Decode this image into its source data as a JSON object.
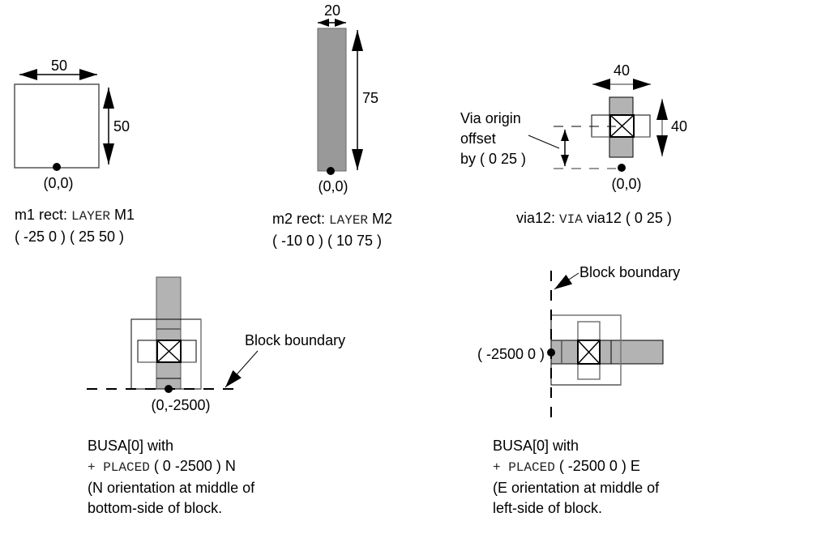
{
  "panel_m1": {
    "width_label": "50",
    "height_label": "50",
    "origin_label": "(0,0)",
    "caption_prefix": "m1 rect: ",
    "caption_keyword": "LAYER",
    "caption_suffix": " M1",
    "caption_line2": "( -25 0 ) ( 25 50 )"
  },
  "panel_m2": {
    "width_label": "20",
    "height_label": "75",
    "origin_label": "(0,0)",
    "caption_prefix": "m2 rect: ",
    "caption_keyword": "LAYER",
    "caption_suffix": " M2",
    "caption_line2": "( -10 0 ) ( 10 75 )"
  },
  "panel_via": {
    "width_label": "40",
    "height_label": "40",
    "offset_note": [
      "Via origin",
      "offset",
      "by ( 0 25 )"
    ],
    "origin_label": "(0,0)",
    "caption_prefix": "via12: ",
    "caption_keyword": "VIA",
    "caption_suffix": " via12 ( 0 25 )"
  },
  "panel_north": {
    "boundary_label": "Block boundary",
    "origin_label": "(0,-2500)",
    "caption_line1": "BUSA[0] with",
    "caption_plus": "+ ",
    "caption_keyword": "PLACED",
    "caption_coords": " ( 0 -2500 ) N",
    "caption_line3": "(N orientation at middle of",
    "caption_line4": "bottom-side of block."
  },
  "panel_east": {
    "boundary_label": "Block boundary",
    "origin_label": "( -2500 0 )",
    "caption_line1": "BUSA[0] with",
    "caption_plus": "+ ",
    "caption_keyword": "PLACED",
    "caption_coords": " ( -2500 0 ) E",
    "caption_line3": "(E orientation at middle of",
    "caption_line4": "left-side of block."
  },
  "colors": {
    "metal_fill": "#999999",
    "light_metal_fill": "#b3b3b3",
    "stroke": "#000000",
    "gray_stroke": "#777777"
  }
}
